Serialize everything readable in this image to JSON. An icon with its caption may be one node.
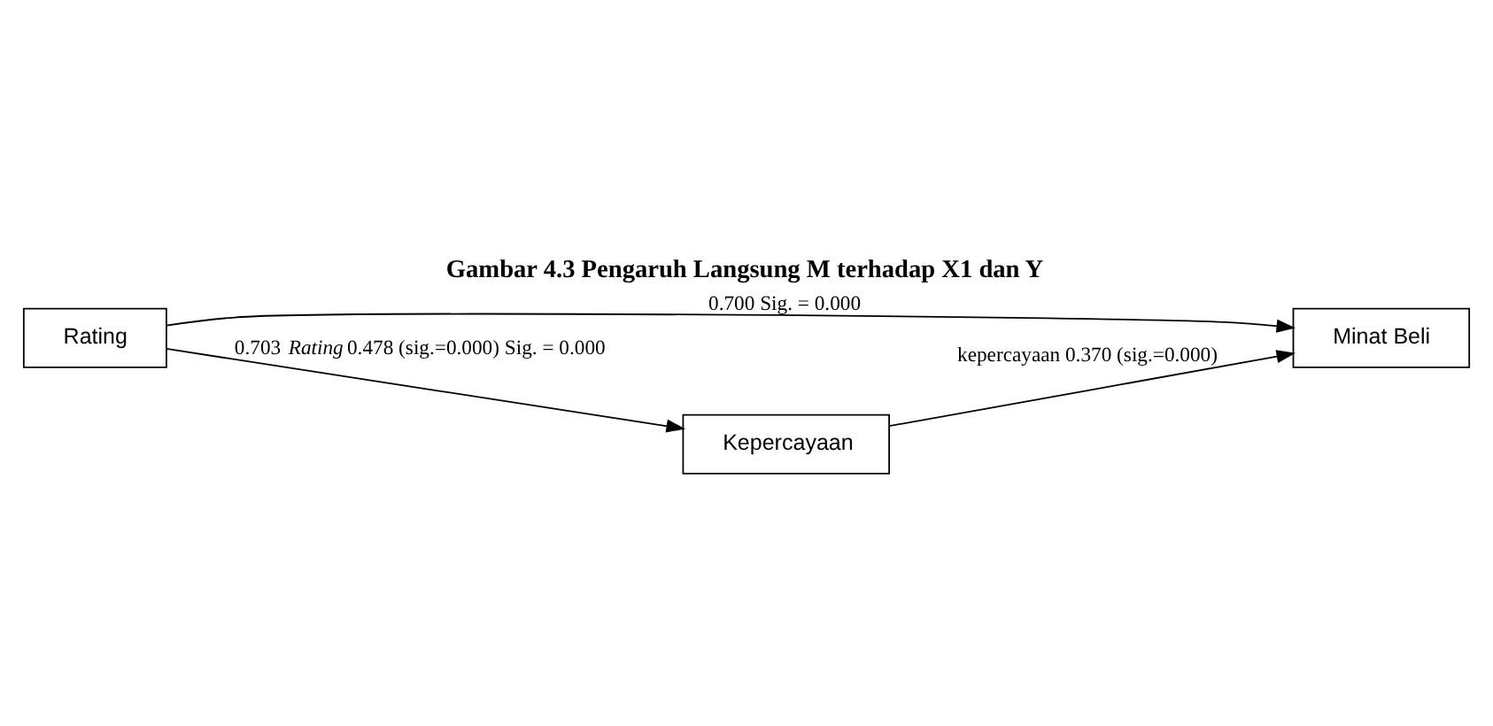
{
  "diagram": {
    "title": "Gambar 4.3 Pengaruh Langsung M terhadap X1 dan Y",
    "nodes": [
      {
        "text": [
          "Rating"
        ]
      },
      {
        "text": [
          "Minat Beli"
        ]
      },
      {
        "text": [
          "Kepercayaan"
        ]
      }
    ],
    "edges": [
      {
        "from": 0,
        "to": 1,
        "arrow": "to",
        "label": "0.700 Sig. = 0.000"
      },
      {
        "from": 0,
        "to": 2,
        "arrow": "to",
        "label": "0.703 *Rating* 0.478 (sig.=0.000) Sig. = 0.000"
      },
      {
        "from": 2,
        "to": 1,
        "arrow": "to",
        "label": "kepercayaan 0.370 (sig.=0.000)"
      }
    ]
  }
}
